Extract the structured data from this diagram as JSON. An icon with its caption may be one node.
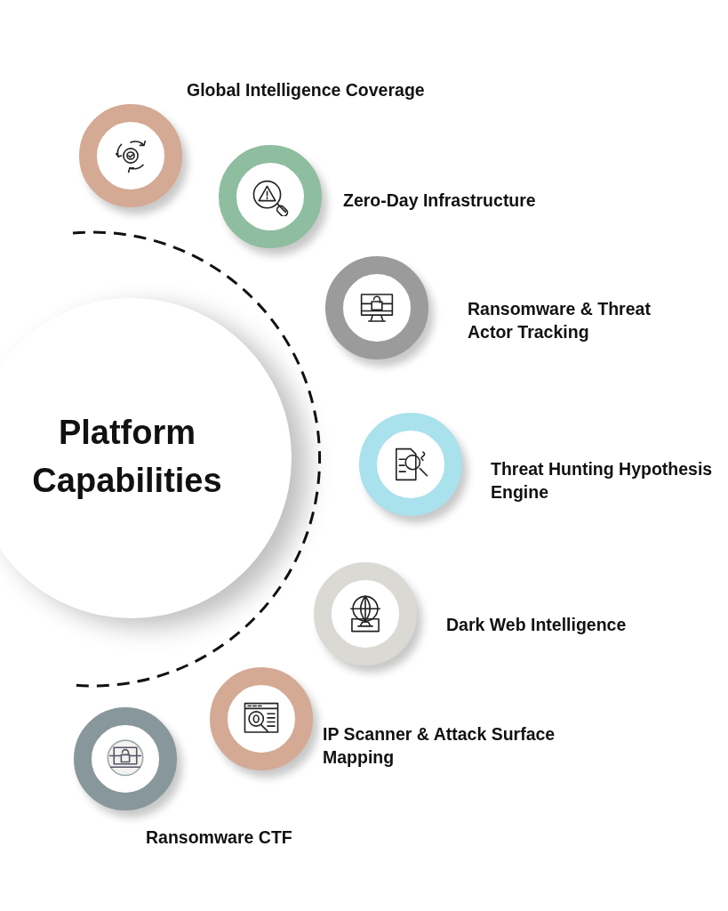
{
  "diagram": {
    "nodes": [
      {
        "text": [
          "Platform Capabilities"
        ]
      },
      {
        "text": [
          "Global Intelligence Coverage"
        ]
      },
      {
        "text": [
          "Zero-Day Infrastructure"
        ]
      },
      {
        "text": [
          "Ransomware & Threat Actor Tracking"
        ]
      },
      {
        "text": [
          "Threat Hunting Hypothesis Engine"
        ]
      },
      {
        "text": [
          "Dark Web Intelligence"
        ]
      },
      {
        "text": [
          "IP Scanner & Attack Surface Mapping"
        ]
      },
      {
        "text": [
          "Ransomware CTF"
        ]
      }
    ]
  }
}
